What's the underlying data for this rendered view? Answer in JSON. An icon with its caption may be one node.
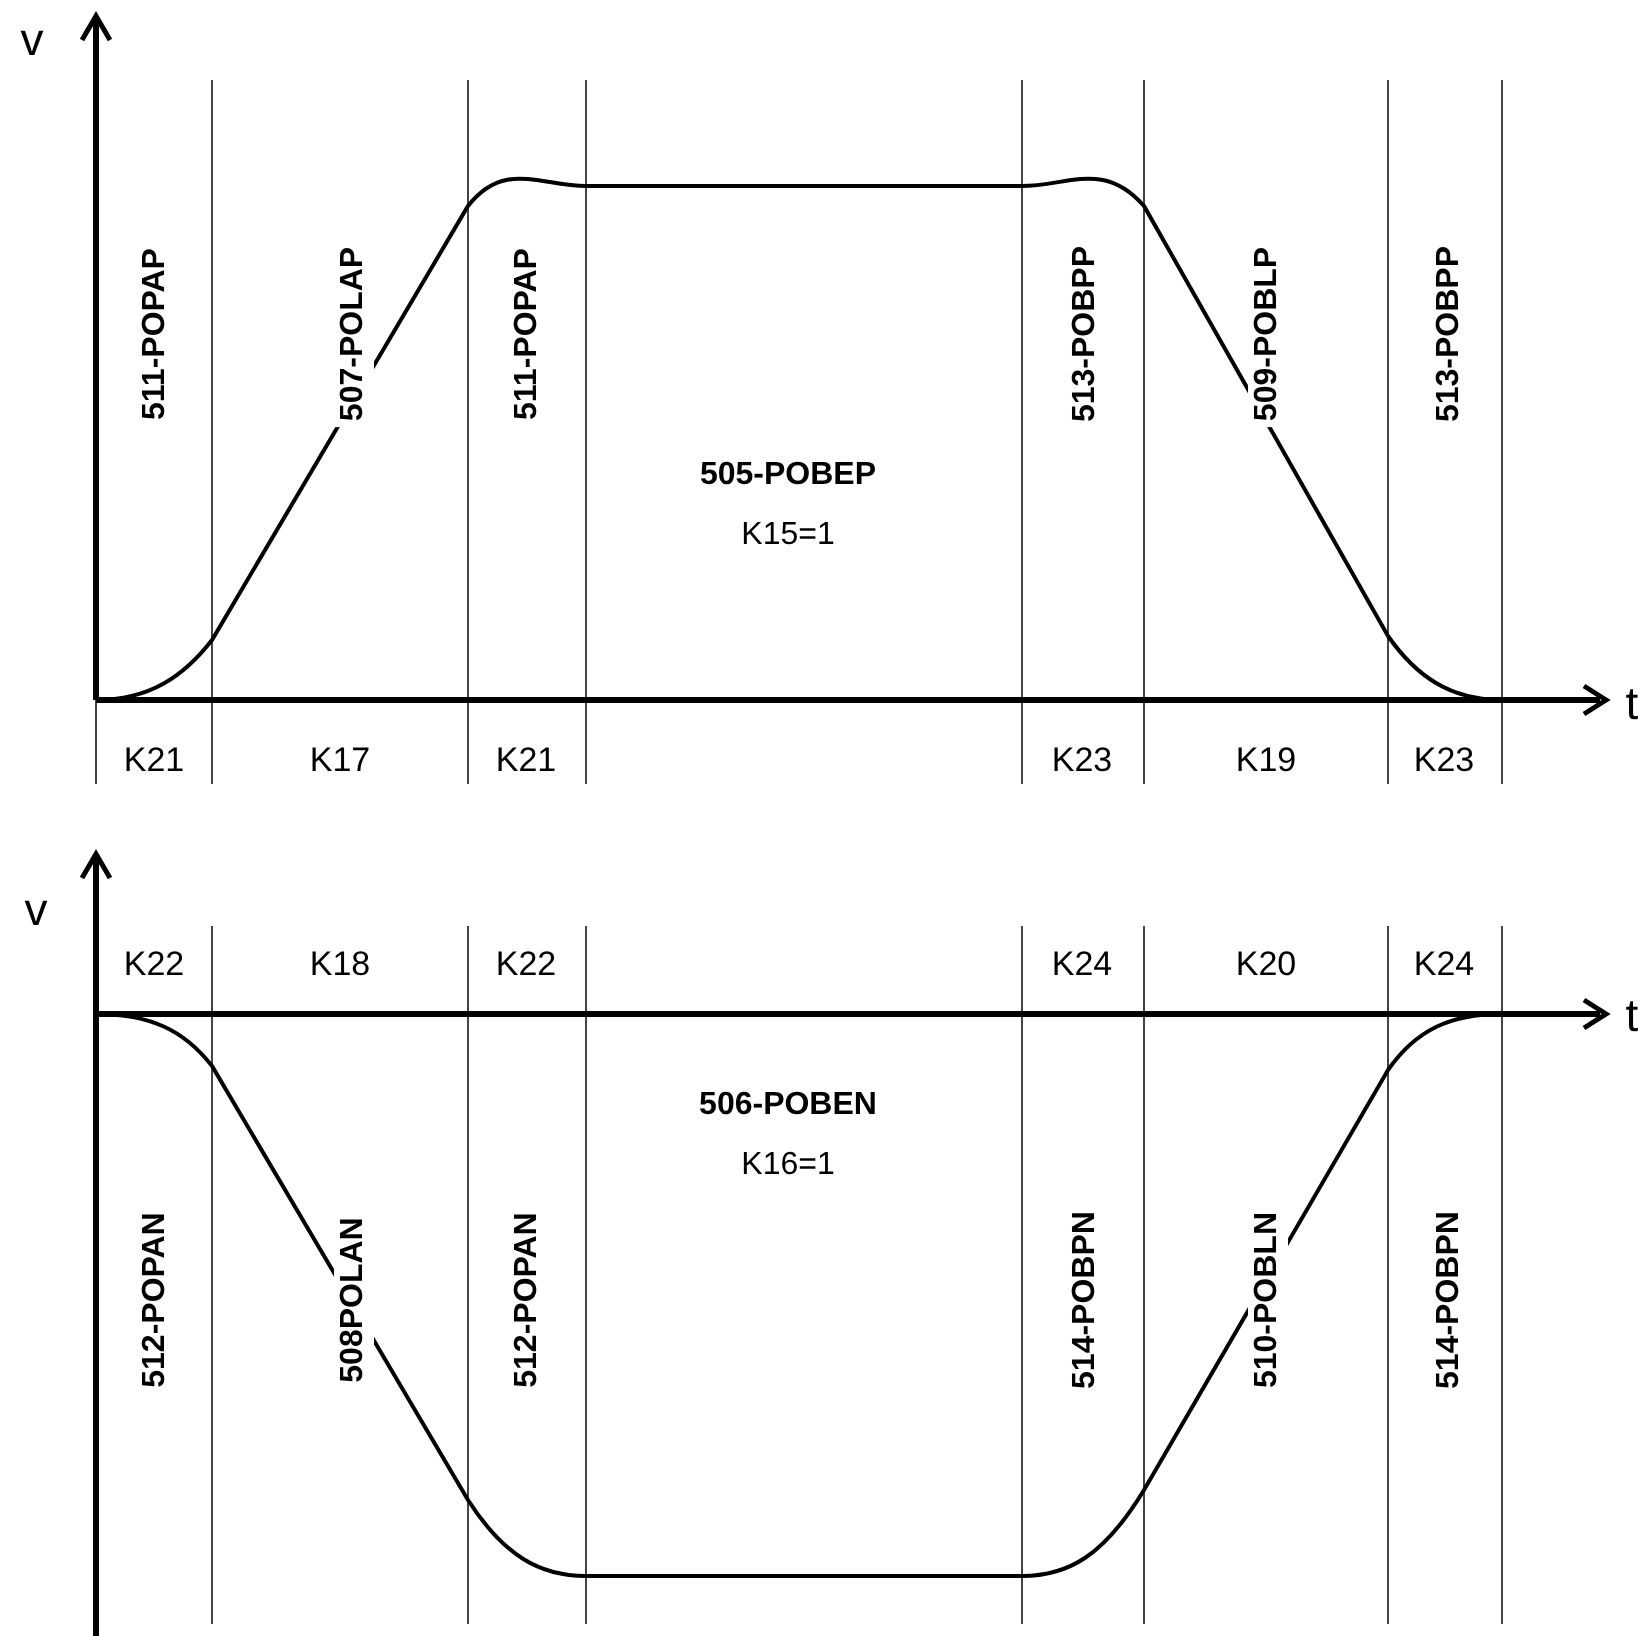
{
  "diagram": {
    "labels": [
      "v",
      "511-POPAP",
      "507-POLAP",
      "511-POPAP",
      "505-POBEP",
      "K15=1",
      "513-POBPP",
      "509-POBLP",
      "513-POBPP",
      "t",
      "K21",
      "K17",
      "K21",
      "K23",
      "K19",
      "K23",
      "v",
      "K22",
      "K18",
      "K22",
      "K24",
      "K20",
      "K24",
      "t",
      "506-POBEN",
      "K16=1",
      "512-POPAN",
      "508POLAN",
      "512-POPAN",
      "514-POBPN",
      "510-POBLN",
      "514-POBPN"
    ]
  }
}
